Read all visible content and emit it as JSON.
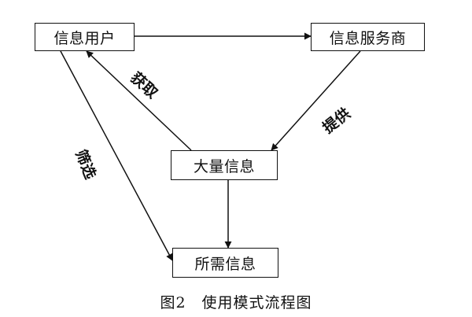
{
  "diagram": {
    "nodes": {
      "user": "信息用户",
      "provider": "信息服务商",
      "info": "大量信息",
      "needed": "所需信息"
    },
    "edge_labels": {
      "acquire": "获取",
      "provide": "提供",
      "filter": "筛选"
    },
    "edges": [
      {
        "from": "user",
        "to": "provider",
        "label": ""
      },
      {
        "from": "provider",
        "to": "info",
        "label": "provide"
      },
      {
        "from": "info",
        "to": "user",
        "label": "acquire"
      },
      {
        "from": "info",
        "to": "needed",
        "label": ""
      },
      {
        "from": "user",
        "to": "needed",
        "label": "filter"
      }
    ],
    "caption": "图2　使用模式流程图"
  }
}
